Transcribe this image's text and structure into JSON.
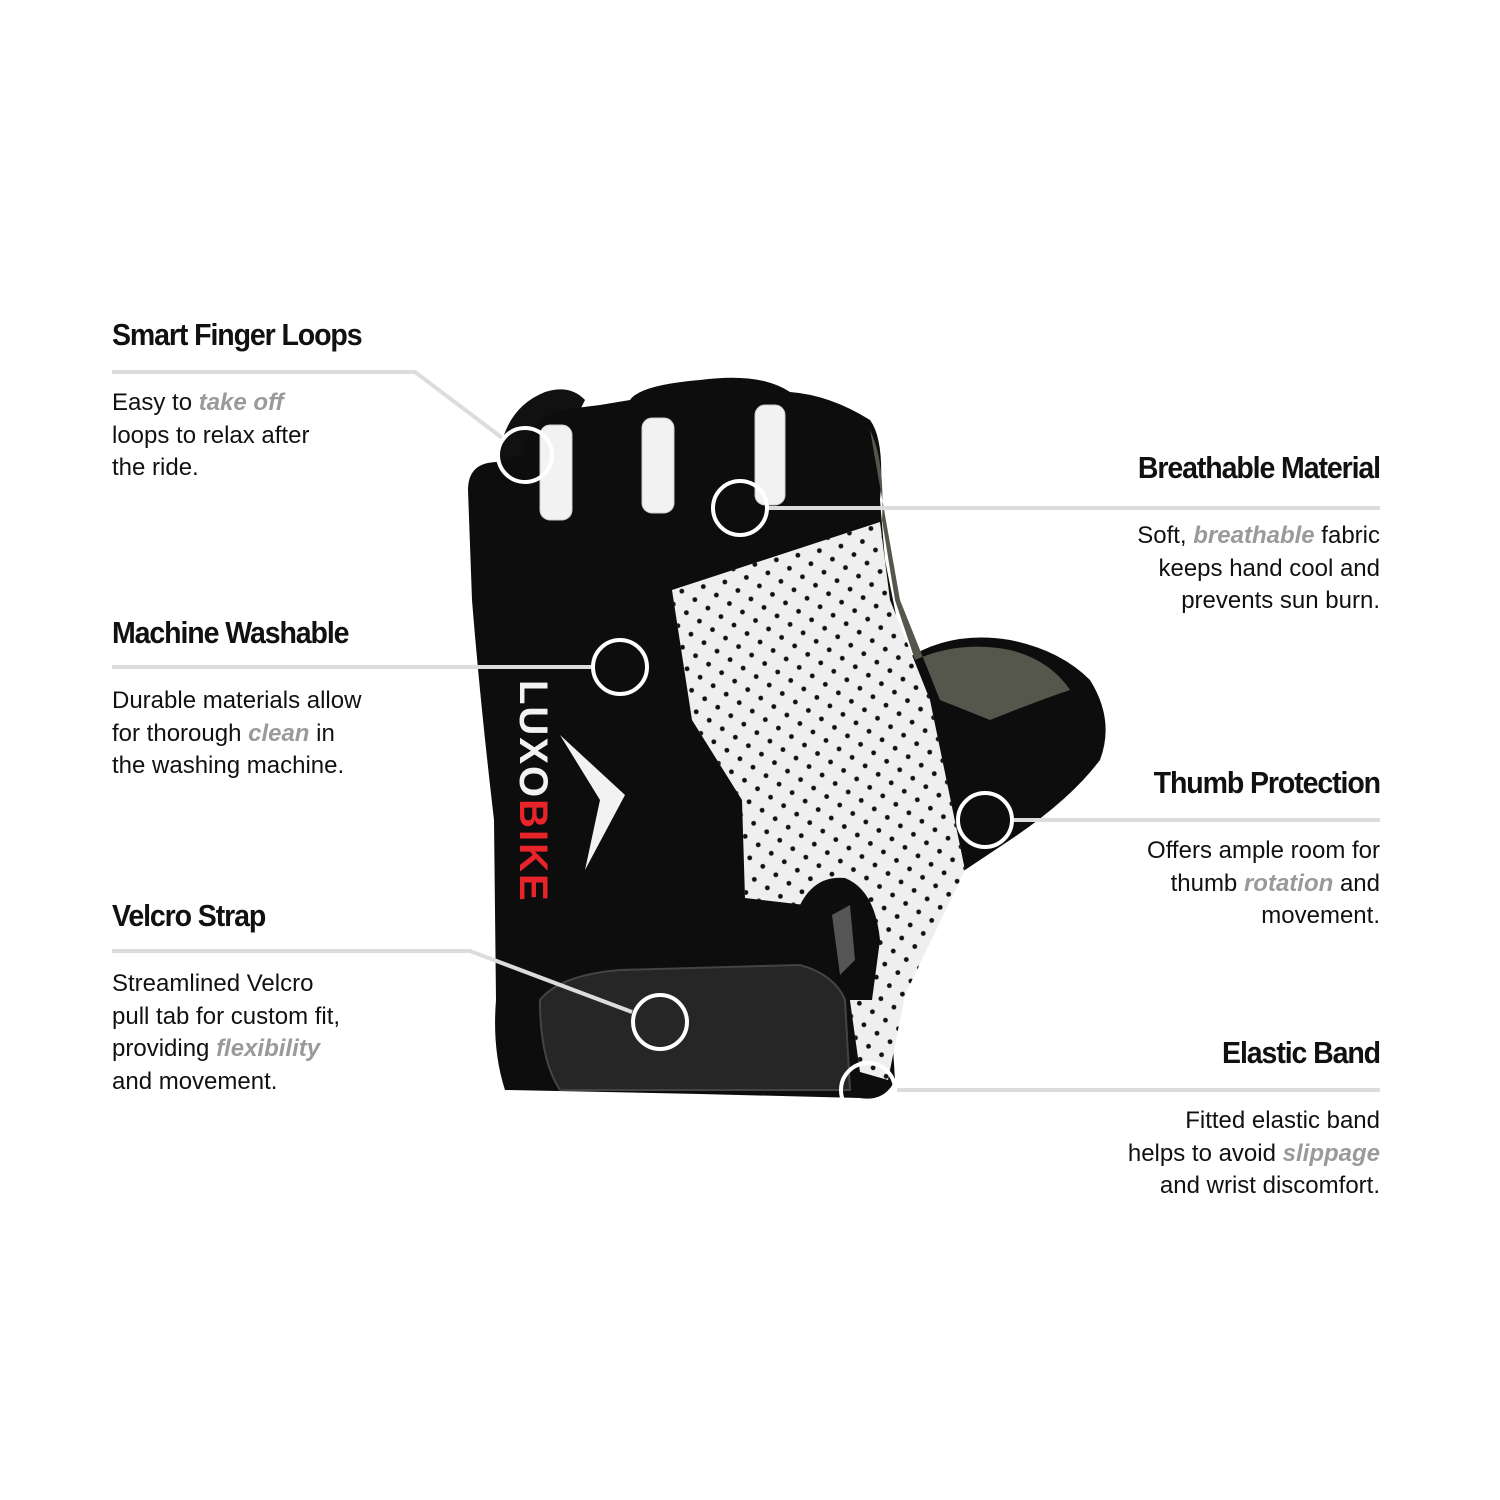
{
  "brand": {
    "logo_part1": "LUXO",
    "logo_part2": "BIKE"
  },
  "colors": {
    "text": "#111111",
    "emphasis": "#9a9a9a",
    "leader": "#dcdcdc",
    "logo_red": "#e8242a",
    "glove": "#0d0d0d",
    "mesh": "#efefef"
  },
  "features": [
    {
      "id": "smart-finger-loops",
      "side": "left",
      "title": "Smart Finger Loops",
      "lines": [
        [
          {
            "t": "Easy to "
          },
          {
            "t": "take off",
            "em": true
          }
        ],
        [
          {
            "t": "loops to relax after"
          }
        ],
        [
          {
            "t": "the ride."
          }
        ]
      ]
    },
    {
      "id": "machine-washable",
      "side": "left",
      "title": "Machine Washable",
      "lines": [
        [
          {
            "t": "Durable materials allow"
          }
        ],
        [
          {
            "t": "for thorough "
          },
          {
            "t": "clean",
            "em": true
          },
          {
            "t": " in"
          }
        ],
        [
          {
            "t": "the washing machine."
          }
        ]
      ]
    },
    {
      "id": "velcro-strap",
      "side": "left",
      "title": "Velcro Strap",
      "lines": [
        [
          {
            "t": "Streamlined Velcro"
          }
        ],
        [
          {
            "t": "pull tab for custom fit,"
          }
        ],
        [
          {
            "t": "providing "
          },
          {
            "t": "flexibility",
            "em": true
          }
        ],
        [
          {
            "t": "and movement."
          }
        ]
      ]
    },
    {
      "id": "breathable-material",
      "side": "right",
      "title": "Breathable Material",
      "lines": [
        [
          {
            "t": "Soft, "
          },
          {
            "t": "breathable",
            "em": true
          },
          {
            "t": " fabric"
          }
        ],
        [
          {
            "t": "keeps hand cool and"
          }
        ],
        [
          {
            "t": "prevents sun burn."
          }
        ]
      ]
    },
    {
      "id": "thumb-protection",
      "side": "right",
      "title": "Thumb Protection",
      "lines": [
        [
          {
            "t": "Offers ample room for"
          }
        ],
        [
          {
            "t": "thumb "
          },
          {
            "t": "rotation",
            "em": true
          },
          {
            "t": " and"
          }
        ],
        [
          {
            "t": "movement."
          }
        ]
      ]
    },
    {
      "id": "elastic-band",
      "side": "right",
      "title": "Elastic Band",
      "lines": [
        [
          {
            "t": "Fitted elastic band"
          }
        ],
        [
          {
            "t": "helps to avoid "
          },
          {
            "t": "slippage",
            "em": true
          }
        ],
        [
          {
            "t": "and wrist discomfort."
          }
        ]
      ]
    }
  ]
}
